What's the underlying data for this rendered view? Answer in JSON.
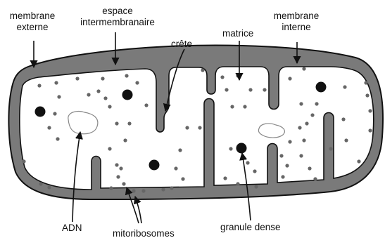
{
  "diagram": {
    "labels": {
      "outer_membrane_line1": "membrane",
      "outer_membrane_line2": "externe",
      "intermembrane_line1": "espace",
      "intermembrane_line2": "intermembranaire",
      "crista": "crête",
      "matrix": "matrice",
      "inner_membrane_line1": "membrane",
      "inner_membrane_line2": "interne",
      "dna": "ADN",
      "mitoribosomes": "mitoribosomes",
      "dense_granule": "granule dense"
    },
    "colors": {
      "membrane_fill": "#7a7a7a",
      "outline": "#111111",
      "matrix": "#ffffff",
      "ribosome": "#666666",
      "granule": "#111111"
    }
  }
}
